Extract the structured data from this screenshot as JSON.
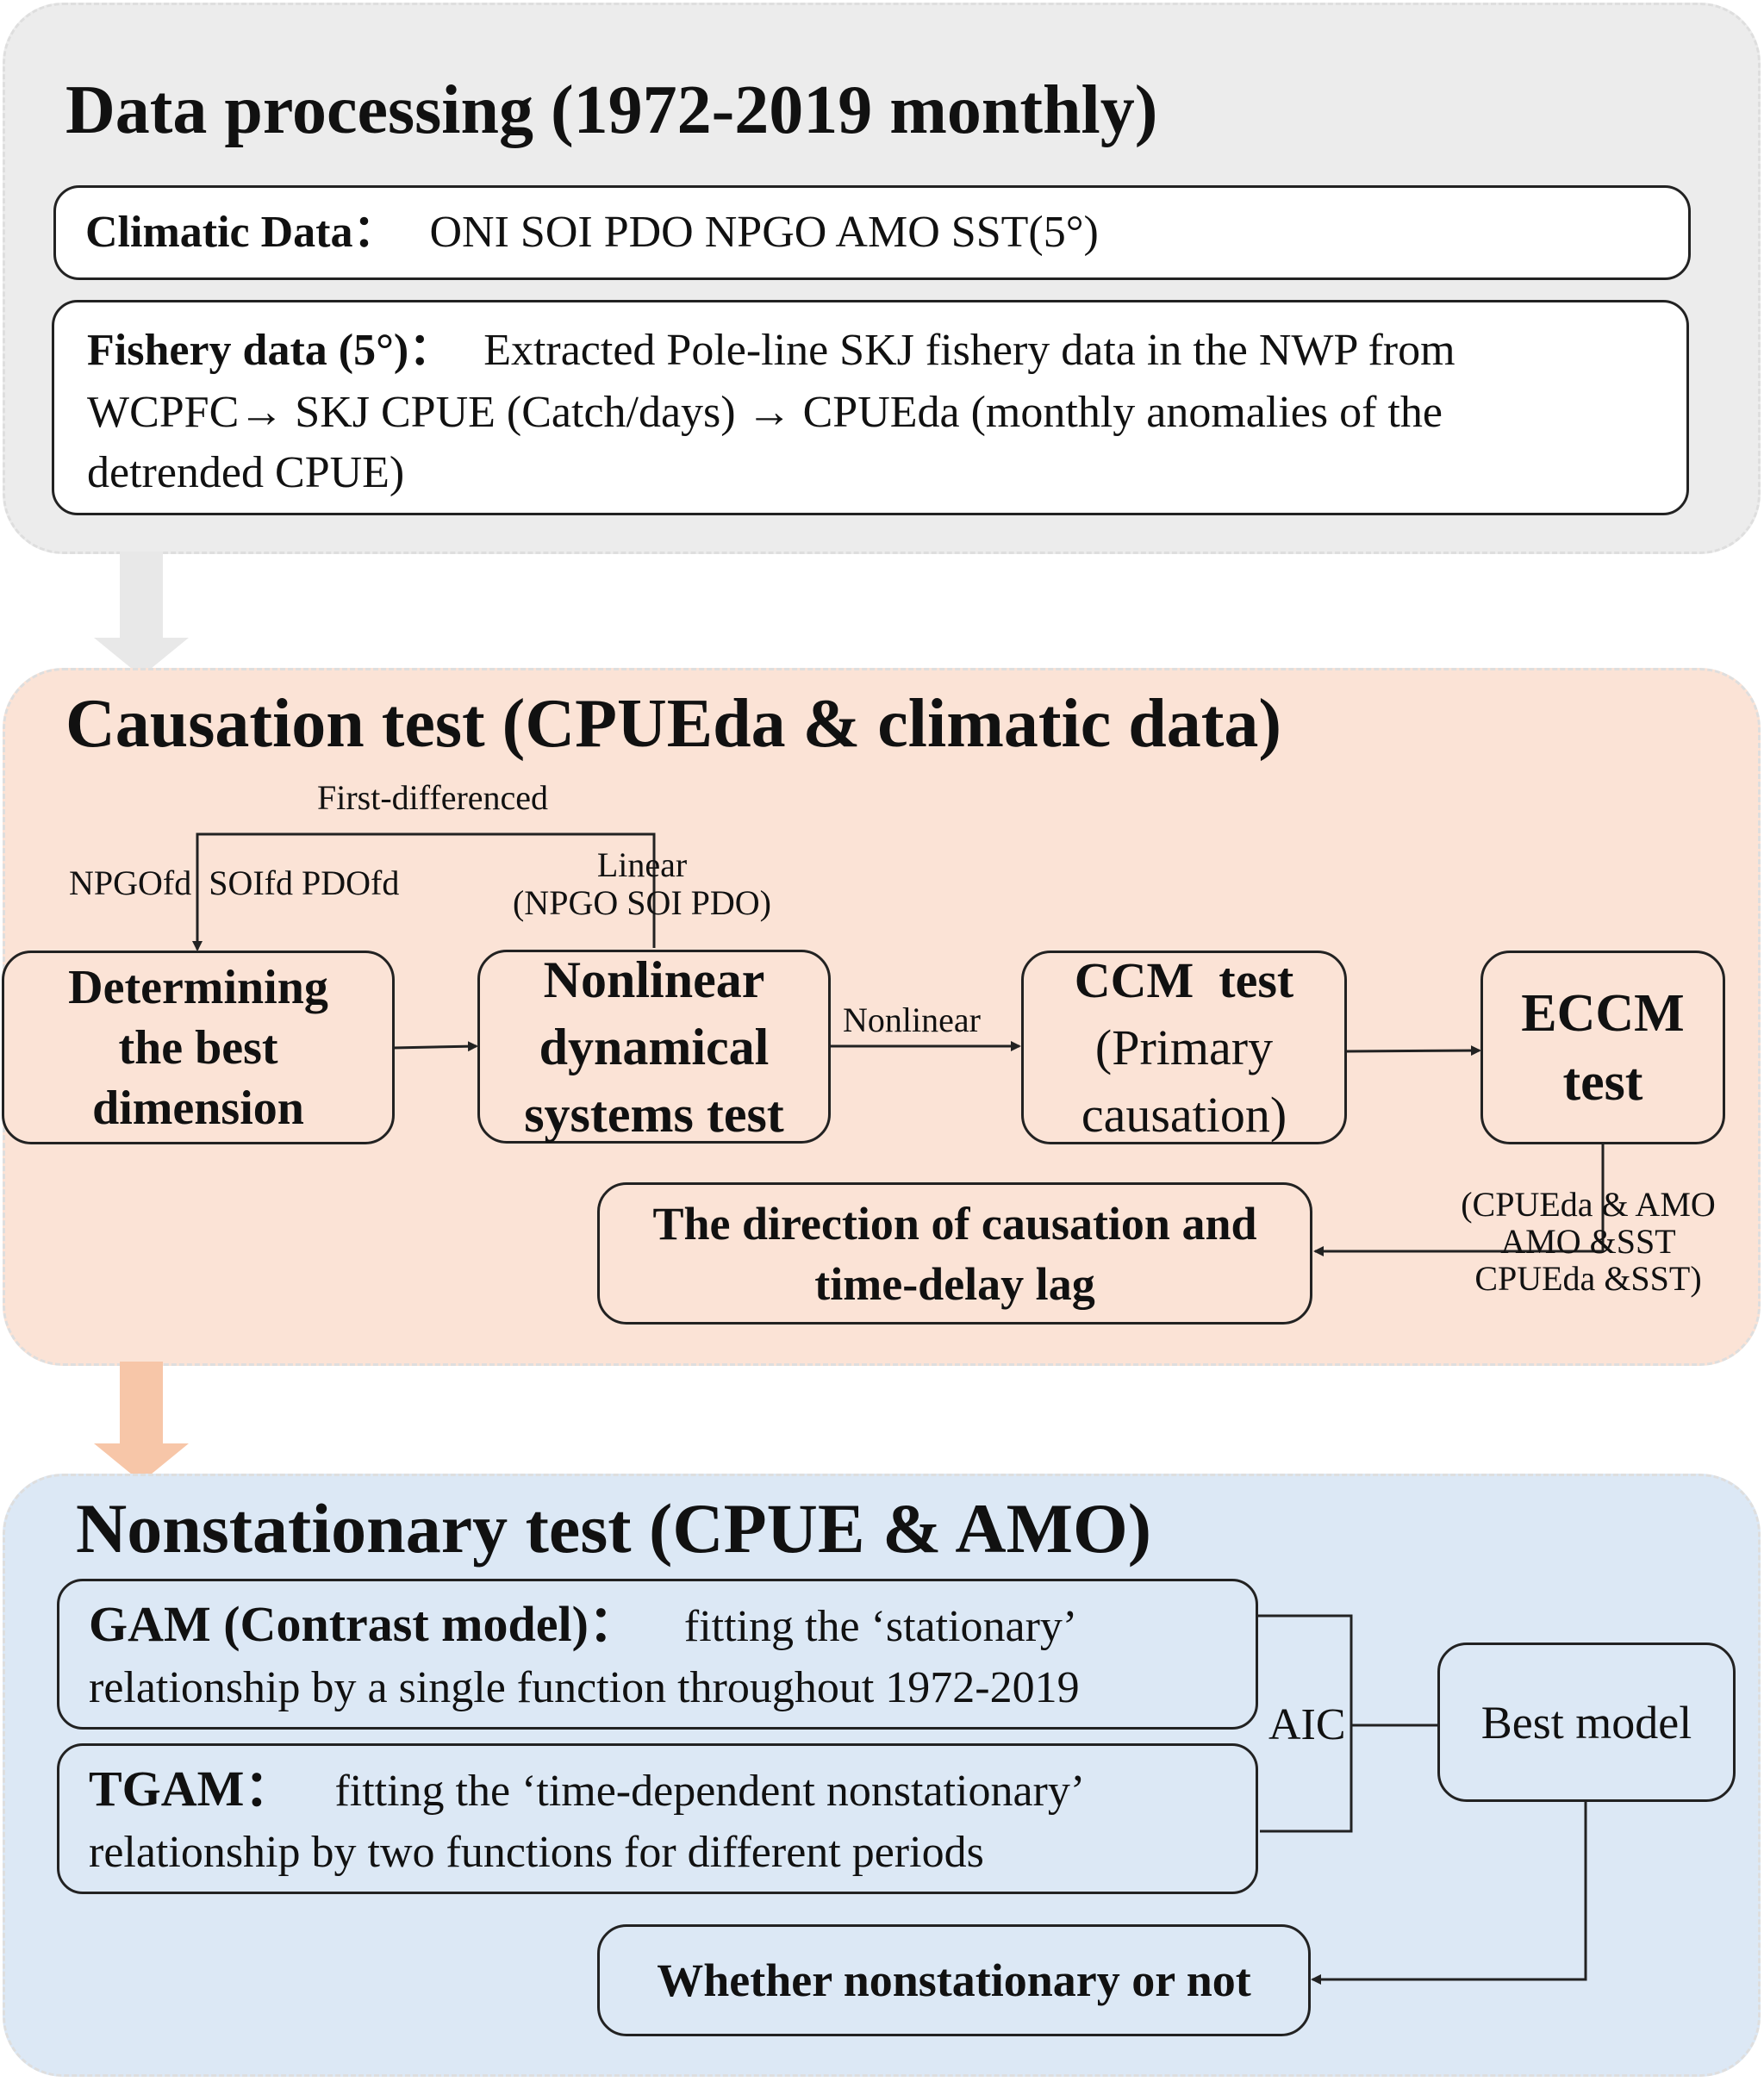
{
  "data_processing": {
    "title": "Data processing (1972-2019 monthly)",
    "climatic_label": "Climatic Data：",
    "climatic_values": "ONI SOI PDO NPGO AMO SST(5°)",
    "fishery_label": "Fishery data (5°)：",
    "fishery_text_line1": "Extracted Pole-line SKJ fishery data in the NWP from",
    "fishery_text_line2": "WCPFC→ SKJ CPUE (Catch/days) → CPUEda (monthly anomalies of the",
    "fishery_text_line3": "detrended CPUE)"
  },
  "causation_test": {
    "title": "Causation test (CPUEda & climatic data)",
    "first_differenced_label": "First-differenced",
    "fd_variables_label": "NPGOfd  SOIfd PDOfd",
    "linear_label_line1": "Linear",
    "linear_label_line2": "(NPGO SOI PDO)",
    "nonlinear_label": "Nonlinear",
    "box_dimension_line1": "Determining",
    "box_dimension_line2": "the best",
    "box_dimension_line3": "dimension",
    "box_nonlinear_line1": "Nonlinear",
    "box_nonlinear_line2": "dynamical",
    "box_nonlinear_line3": "systems test",
    "box_ccm_line1": "CCM  test",
    "box_ccm_line2": "(Primary",
    "box_ccm_line3": "causation)",
    "box_eccm_line1": "ECCM",
    "box_eccm_line2": "test",
    "box_direction_line1": "The direction of causation and",
    "box_direction_line2": "time-delay lag",
    "pairs_line1": "(CPUEda & AMO",
    "pairs_line2": "AMO &SST",
    "pairs_line3": "CPUEda &SST)"
  },
  "nonstationary_test": {
    "title": "Nonstationary test (CPUE & AMO)",
    "gam_label": "GAM (Contrast model)：",
    "gam_text_line1": "fitting the ‘stationary’",
    "gam_text_line2": "relationship by a single function throughout 1972-2019",
    "tgam_label": "TGAM：",
    "tgam_text_line1": "fitting the ‘time-dependent nonstationary’",
    "tgam_text_line2": "relationship by two functions for different periods",
    "aic_label": "AIC",
    "best_model_label": "Best model",
    "result_label": "Whether nonstationary or not"
  },
  "colors": {
    "panel_gray": "#ececec",
    "panel_orange": "#fbe3d6",
    "panel_blue": "#dce8f5",
    "arrow_gray": "#e8e8e8",
    "arrow_orange": "#f7c6a8"
  }
}
